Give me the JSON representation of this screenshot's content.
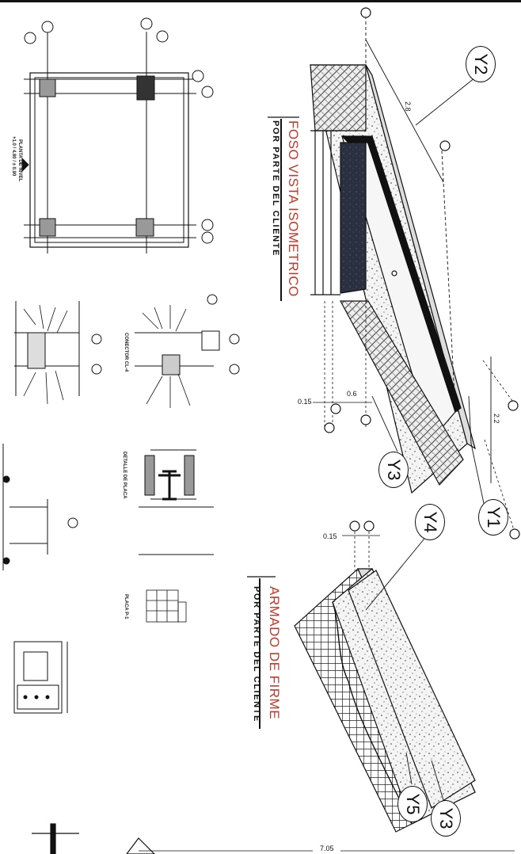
{
  "titles": {
    "foso_title": "FOSO VISTA ISOMETRICO",
    "foso_subtitle": "POR PARTE DEL CLIENTE",
    "armado_title": "ARMADO DE FIRME",
    "armado_subtitle": "POR PARTE DEL CLIENTE"
  },
  "callouts": {
    "y2": "Y2",
    "y1": "Y1",
    "y3_foso": "Y3",
    "y4": "Y4",
    "y5": "Y5",
    "y3_armado": "Y3"
  },
  "dimensions": {
    "d_2_8": "2.8",
    "d_2_2": "2.2",
    "d_0_15_a": "0.15",
    "d_0_6": "0.6",
    "d_0_15_b": "0.15",
    "d_7_05": "7.05"
  },
  "plan_notes": {
    "planta": "PLANTA DE NIVEL",
    "planta_ref": "+1.0 / 4.80 / ± 0.90",
    "connector": "CONECTOR CL-4",
    "detalle": "DETALLE DE PLACA",
    "placa": "PLACA P-1"
  },
  "colors": {
    "ink": "#111111",
    "title_red": "#c0392b",
    "pit_dark": "#1f2430"
  }
}
